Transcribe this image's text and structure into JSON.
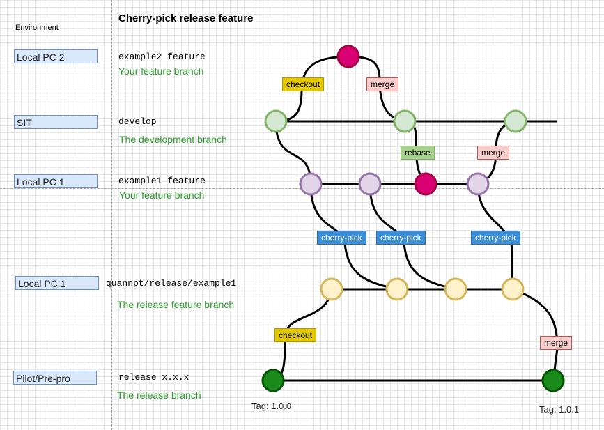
{
  "title": "Cherry-pick release feature",
  "environment_header": "Environment",
  "environments": [
    "Local PC 2",
    "SIT",
    "Local PC 1",
    "Local PC 1",
    "Pilot/Pre-pro"
  ],
  "branches": [
    {
      "name": "example2 feature",
      "desc": "Your feature branch"
    },
    {
      "name": "develop",
      "desc": "The development branch"
    },
    {
      "name": "example1 feature",
      "desc": "Your feature branch"
    },
    {
      "name": "quannpt/release/example1",
      "desc": "The release feature branch"
    },
    {
      "name": "release x.x.x",
      "desc": "The release branch"
    }
  ],
  "labels": {
    "checkout": "checkout",
    "merge": "merge",
    "rebase": "rebase",
    "cherry_pick": "cherry-pick"
  },
  "tags": [
    "Tag: 1.0.0",
    "Tag: 1.0.1"
  ],
  "colors": {
    "develop_fill": "#d5e8d4",
    "develop_stroke": "#82b366",
    "feature_fill": "#e1d5e7",
    "feature_stroke": "#9673a6",
    "pink_fill": "#d80073",
    "pink_stroke": "#a50040",
    "release_feature_fill": "#fff2cc",
    "release_feature_stroke": "#d6b656",
    "release_fill": "#1a8a1a",
    "release_stroke": "#005700"
  }
}
